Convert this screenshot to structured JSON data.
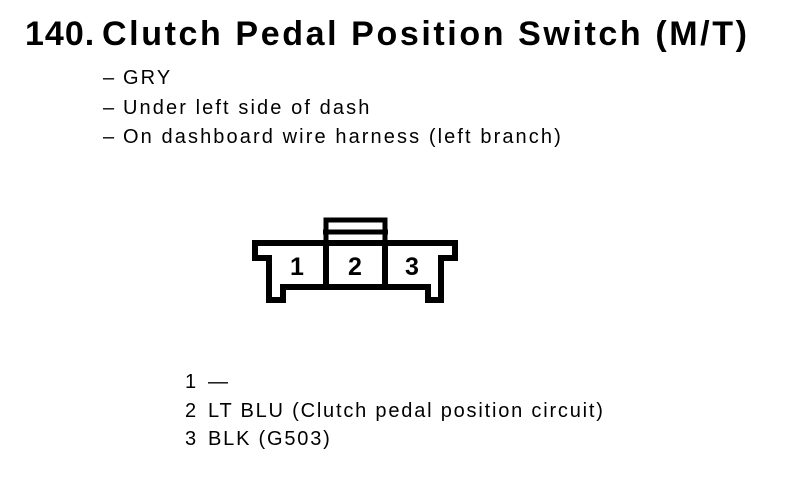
{
  "header": {
    "number": "140.",
    "title": "Clutch Pedal Position Switch (M/T)"
  },
  "details": {
    "bullet": "–",
    "items": [
      "GRY",
      "Under left side of dash",
      "On dashboard wire harness (left branch)"
    ]
  },
  "connector": {
    "pins": [
      "1",
      "2",
      "3"
    ]
  },
  "legend": {
    "rows": [
      {
        "pin": "1",
        "desc": "—"
      },
      {
        "pin": "2",
        "desc": "LT BLU (Clutch pedal position circuit)"
      },
      {
        "pin": "3",
        "desc": "BLK (G503)"
      }
    ]
  },
  "colors": {
    "ink": "#000000",
    "paper": "#ffffff"
  }
}
